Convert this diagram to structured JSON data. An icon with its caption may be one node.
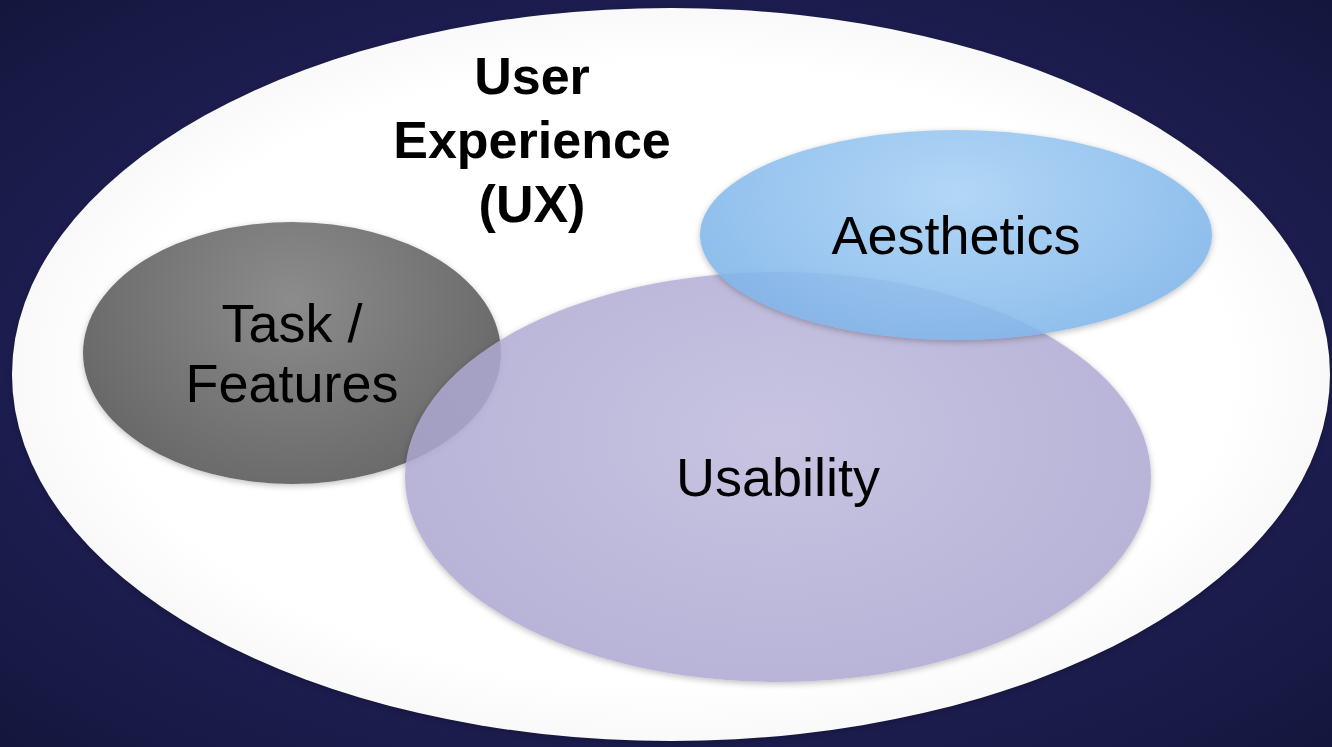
{
  "diagram": {
    "nodes": [
      {
        "text": [
          "User Experience (UX)"
        ]
      },
      {
        "text": [
          "Aesthetics"
        ],
        "in": 0
      },
      {
        "text": [
          "Task / Features"
        ],
        "in": 0
      },
      {
        "text": [
          "Usability"
        ],
        "in": 0
      }
    ]
  }
}
